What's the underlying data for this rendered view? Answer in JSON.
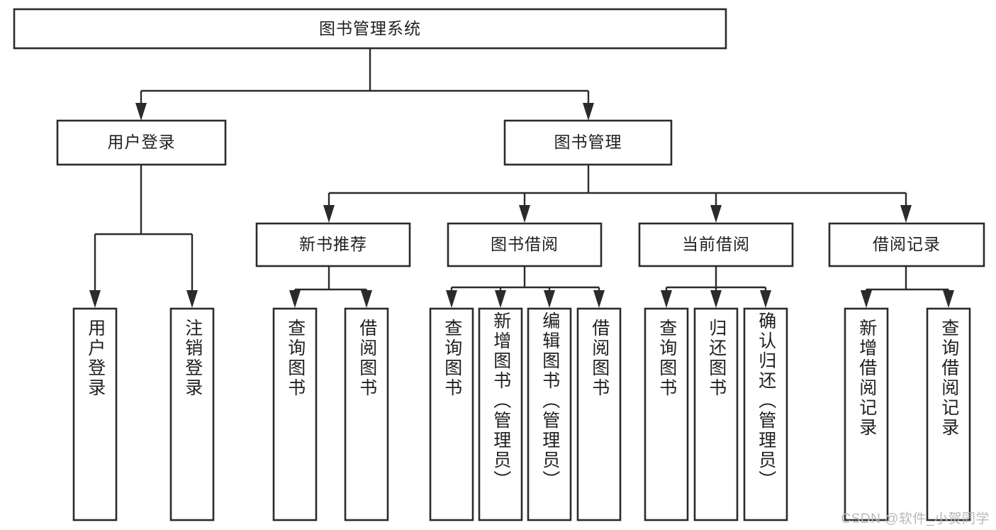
{
  "diagram": {
    "type": "tree-hierarchy-chart",
    "title": "图书管理系统",
    "orientation": "top-down",
    "colors": {
      "box_stroke": "#2b2b2b",
      "box_fill": "#ffffff",
      "connector": "#2b2b2b",
      "text": "#1f1f1f",
      "background": "#ffffff",
      "watermark": "#b9b9b9"
    },
    "root": {
      "id": "root",
      "label": "图书管理系统"
    },
    "level2": [
      {
        "id": "user-login",
        "label": "用户登录"
      },
      {
        "id": "book-manage",
        "label": "图书管理"
      }
    ],
    "level3": [
      {
        "id": "new-book-recommend",
        "label": "新书推荐",
        "parent": "book-manage"
      },
      {
        "id": "book-borrow",
        "label": "图书借阅",
        "parent": "book-manage"
      },
      {
        "id": "current-borrow",
        "label": "当前借阅",
        "parent": "book-manage"
      },
      {
        "id": "borrow-record",
        "label": "借阅记录",
        "parent": "book-manage"
      }
    ],
    "leaves": [
      {
        "id": "leaf-user-login",
        "label": "用户登录",
        "parent": "user-login"
      },
      {
        "id": "leaf-logout-login",
        "label": "注销登录",
        "parent": "user-login"
      },
      {
        "id": "leaf-query-book-1",
        "label": "查询图书",
        "parent": "new-book-recommend"
      },
      {
        "id": "leaf-borrow-book-1",
        "label": "借阅图书",
        "parent": "new-book-recommend"
      },
      {
        "id": "leaf-query-book-2",
        "label": "查询图书",
        "parent": "book-borrow"
      },
      {
        "id": "leaf-add-book",
        "label": "新增图书（管理员）",
        "parent": "book-borrow"
      },
      {
        "id": "leaf-edit-book",
        "label": "编辑图书（管理员）",
        "parent": "book-borrow"
      },
      {
        "id": "leaf-borrow-book-2",
        "label": "借阅图书",
        "parent": "book-borrow"
      },
      {
        "id": "leaf-query-book-3",
        "label": "查询图书",
        "parent": "current-borrow"
      },
      {
        "id": "leaf-return-book",
        "label": "归还图书",
        "parent": "current-borrow"
      },
      {
        "id": "leaf-confirm-return",
        "label": "确认归还（管理员）",
        "parent": "current-borrow"
      },
      {
        "id": "leaf-add-record",
        "label": "新增借阅记录",
        "parent": "borrow-record"
      },
      {
        "id": "leaf-query-record",
        "label": "查询借阅记录",
        "parent": "borrow-record"
      }
    ]
  },
  "watermark": {
    "text": "CSDN @软件_小贺同学"
  }
}
